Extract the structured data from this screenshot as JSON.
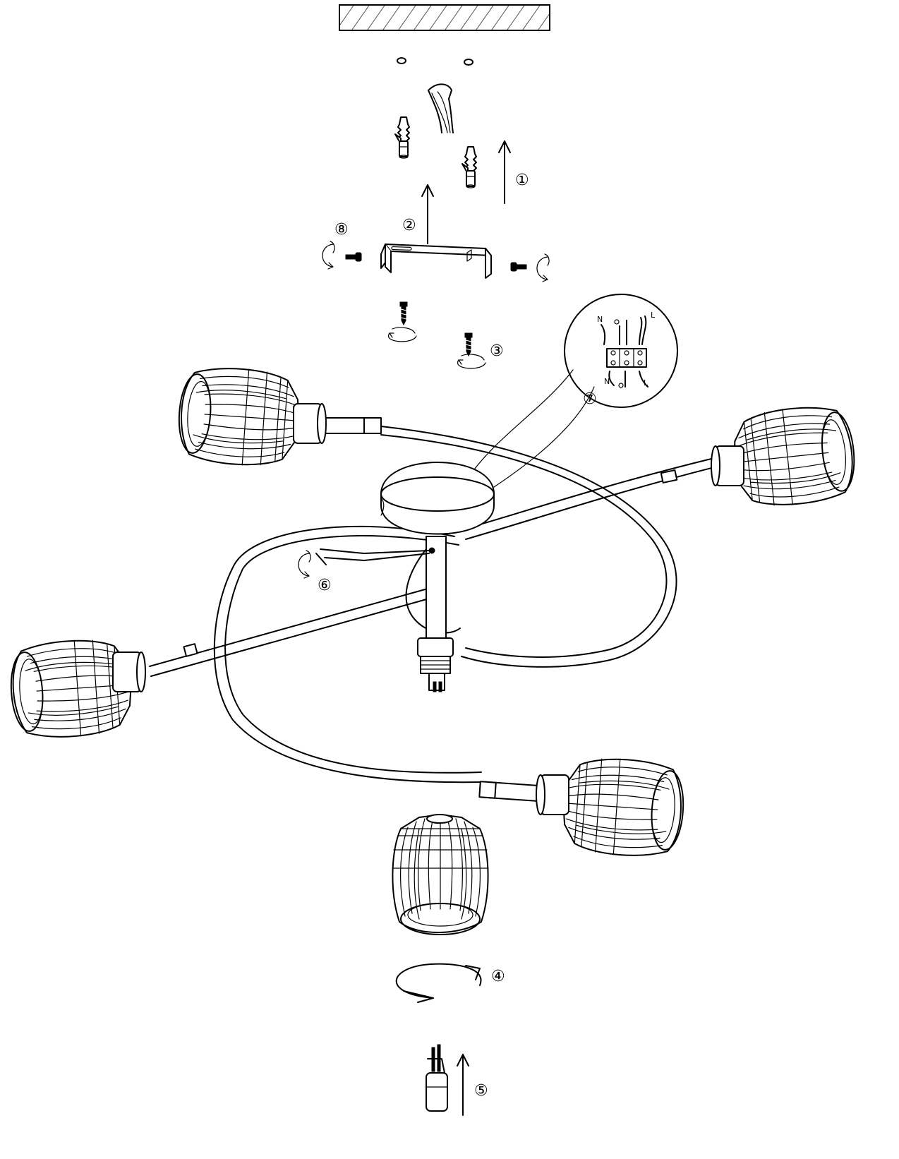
{
  "colors": {
    "ink": "#000000",
    "paper": "#ffffff"
  },
  "steps": [
    {
      "id": "1",
      "label": "①",
      "action": "insert wall plugs upward into ceiling holes"
    },
    {
      "id": "2",
      "label": "②",
      "action": "raise mounting bracket"
    },
    {
      "id": "3",
      "label": "③",
      "action": "screw bracket to ceiling"
    },
    {
      "id": "4",
      "label": "④",
      "action": "rotate shade onto socket"
    },
    {
      "id": "5",
      "label": "⑤",
      "action": "insert bulb upward"
    },
    {
      "id": "6",
      "label": "⑥",
      "action": "tighten set screw with hex key"
    },
    {
      "id": "7",
      "label": "⑦",
      "action": "connect wires to terminal block"
    },
    {
      "id": "8",
      "label": "⑧",
      "action": "fasten canopy side screws"
    }
  ],
  "wiring": {
    "neutral_label": "N",
    "live_label": "L",
    "earth_icon": "earth-icon"
  },
  "parts": {
    "ceiling": "ceiling-hatched-icon",
    "shades_count": 5,
    "shade_icon": "wire-cage-shade-icon",
    "bulb_icon": "g9-bulb-icon",
    "hex_key_icon": "hex-key-icon",
    "screw_icon": "screw-icon",
    "wall_plug_icon": "wall-plug-icon"
  }
}
